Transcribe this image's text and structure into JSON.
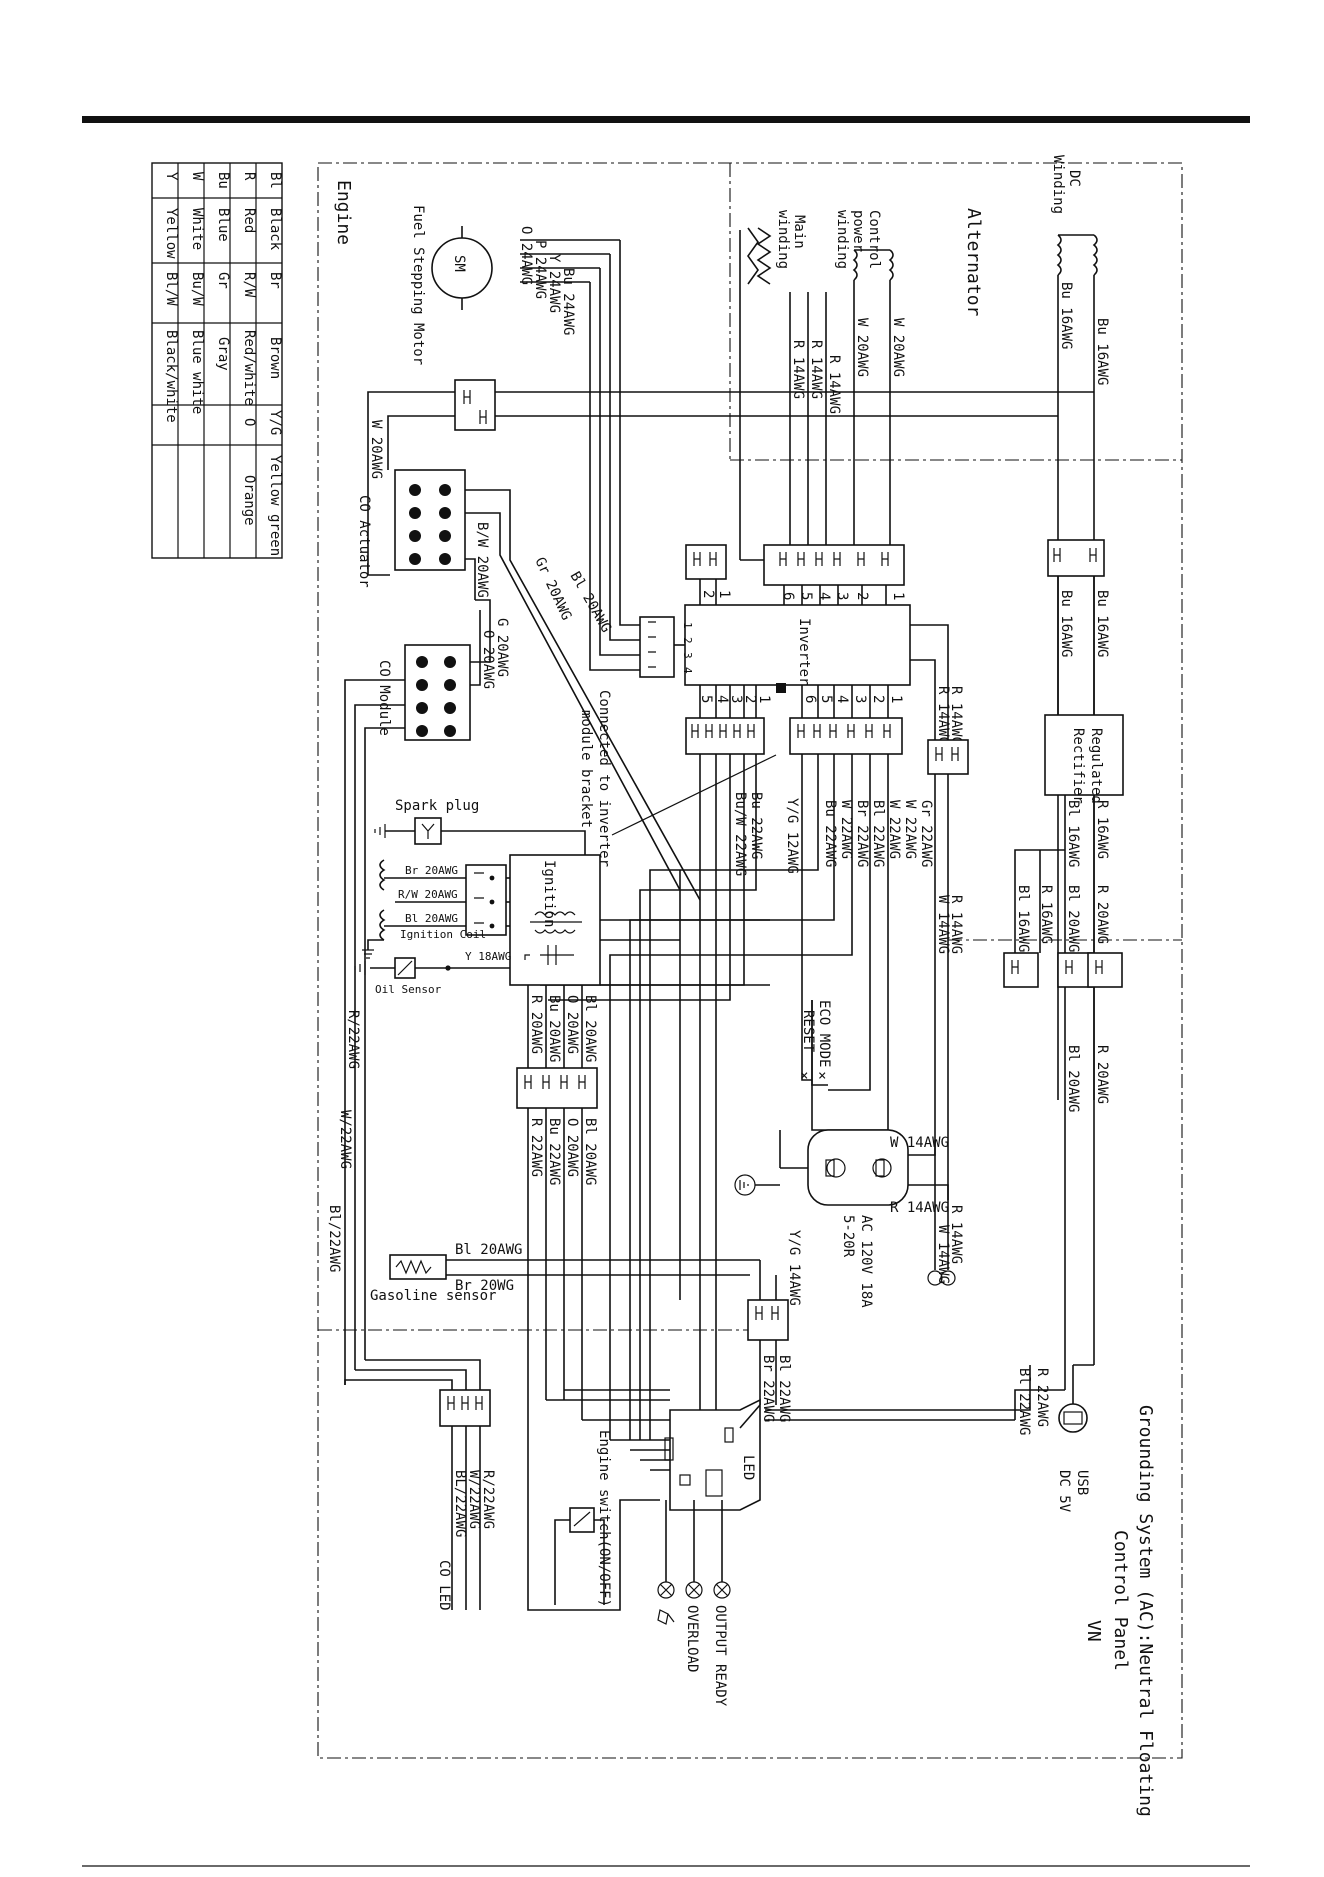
{
  "legend": {
    "rows": [
      [
        "Bl",
        "Black",
        "Br",
        "Brown",
        "Y/G",
        "Yellow green"
      ],
      [
        "R",
        "Red",
        "R/W",
        "Red/white",
        "O",
        "Orange"
      ],
      [
        "Bu",
        "Blue",
        "Gr",
        "Gray",
        "",
        ""
      ],
      [
        "W",
        "White",
        "Bu/W",
        "Blue white",
        "",
        ""
      ],
      [
        "Y",
        "Yellow",
        "Bl/W",
        "Black/white",
        "",
        ""
      ]
    ]
  },
  "sections": {
    "engine": "Engine",
    "alternator": "Alternator",
    "control_panel": "Control Panel",
    "vn": "VN",
    "grounding": "Grounding System (AC):Neutral Floating"
  },
  "components": {
    "dc_winding": "DC\nWinding",
    "control_power_winding": "Control\npower\nwinding",
    "main_winding": "Main\nwinding",
    "fuel_stepping_motor": "Fuel Stepping Motor",
    "sm": "SM",
    "co_actuator": "CO Actuator",
    "co_module": "CO Module",
    "inverter": "Inverter",
    "regulated_rectifier": "Regulated\nRectifier",
    "inverter_note": "Connected to inverter\nmodule bracket",
    "spark_plug": "Spark plug",
    "ignition": "Ignition",
    "ignition_coil": "Ignition Coil",
    "oil_sensor": "Oil Sensor",
    "eco_mode": "ECO MODE",
    "reset": "RESET",
    "ac_outlet": "AC 120V 18A\n5-20R",
    "gasoline_sensor": "Gasoline sensor",
    "engine_switch": "Engine switch(ON/OFF)",
    "led": "LED",
    "usb": "USB\nDC 5V",
    "co_led": "CO LED",
    "output_ready": "OUTPUT READY",
    "overload": "OVERLOAD"
  },
  "wires": {
    "o24": "O 24AWG",
    "p24": "P 24AWG",
    "y24": "Y 24AWG",
    "bu24": "Bu 24AWG",
    "w20_alt": "W 20AWG",
    "w20_ctrl": "W 20AWG",
    "r14_a": "R 14AWG",
    "r14_b": "R 14AWG",
    "r14_c": "R 14AWG",
    "bu16_a": "Bu 16AWG",
    "bu16_b": "Bu 16AWG",
    "bu16_c": "Bu 16AWG",
    "bu16_d": "Bu 16AWG",
    "w20_co": "W 20AWG",
    "bw20": "B/W 20AWG",
    "gr20": "Gr 20AWG",
    "bl20_inv": "Bl 20AWG",
    "g20": "G 20AWG",
    "o20_co": "O 20AWG",
    "r14_inv1": "R 14AWG",
    "r14_inv2": "R 14AWG",
    "gr22": "Gr 22AWG",
    "w22_a": "W 22AWG",
    "w22_b": "W 22AWG",
    "bl22": "Bl 22AWG",
    "br22": "Br 22AWG",
    "w22_c": "W 22AWG",
    "bu22_a": "Bu 22AWG",
    "yg12": "Y/G 12AWG",
    "bu22_b": "Bu 22AWG",
    "buw22": "Bu/W 22AWG",
    "bl16_rect": "Bl 16AWG",
    "r16_rect": "R 16AWG",
    "bl16_b": "Bl 16AWG",
    "r16_b": "R 16AWG",
    "bl20_c": "Bl 20AWG",
    "r20_c": "R 20AWG",
    "r14_out": "R 14AWG",
    "w14_out": "W 14AWG",
    "br20_ign": "Br 20AWG",
    "rw20_ign": "R/W 20AWG",
    "bl20_ign": "Bl 20AWG",
    "y18": "Y 18AWG",
    "bl20_m": "Bl 20AWG",
    "o20_m": "O 20AWG",
    "bu20_m": "Bu 20AWG",
    "r20_m": "R 20AWG",
    "bl20_m2": "Bl 20AWG",
    "o20_m2": "O 20AWG",
    "bu22_m2": "Bu 22AWG",
    "r22_m2": "R 22AWG",
    "bl20_r": "Bl 20AWG",
    "r20_r": "R 20AWG",
    "w14_ac": "W 14AWG",
    "r14_ac": "R 14AWG",
    "yg14": "Y/G 14AWG",
    "r14_term": "R 14AWG",
    "w14_term": "W 14AWG",
    "bl20_gas": "Bl 20AWG",
    "br20_gas": "Br 20WG",
    "r22_co": "R/22AWG",
    "w22_co": "W/22AWG",
    "bl22_co": "Bl/22AWG",
    "bl22_led": "Bl 22AWG",
    "br22_led": "Br 22AWG",
    "r22_usb": "R 22AWG",
    "bl22_usb": "Bl 22AWG",
    "r22_coled": "R/22AWG",
    "w22_coled": "W/22AWG",
    "bl22_coled": "BL/22AWG"
  },
  "pins": {
    "alt": [
      "1",
      "2",
      "3",
      "4",
      "5",
      "6"
    ],
    "inv_top": [
      "2",
      "1"
    ],
    "inv_mid": [
      "1",
      "2",
      "3",
      "4"
    ],
    "inv_right_a": [
      "5",
      "4",
      "3",
      "2",
      "1"
    ],
    "inv_right_b": [
      "6",
      "5",
      "4",
      "3",
      "2",
      "1"
    ]
  }
}
